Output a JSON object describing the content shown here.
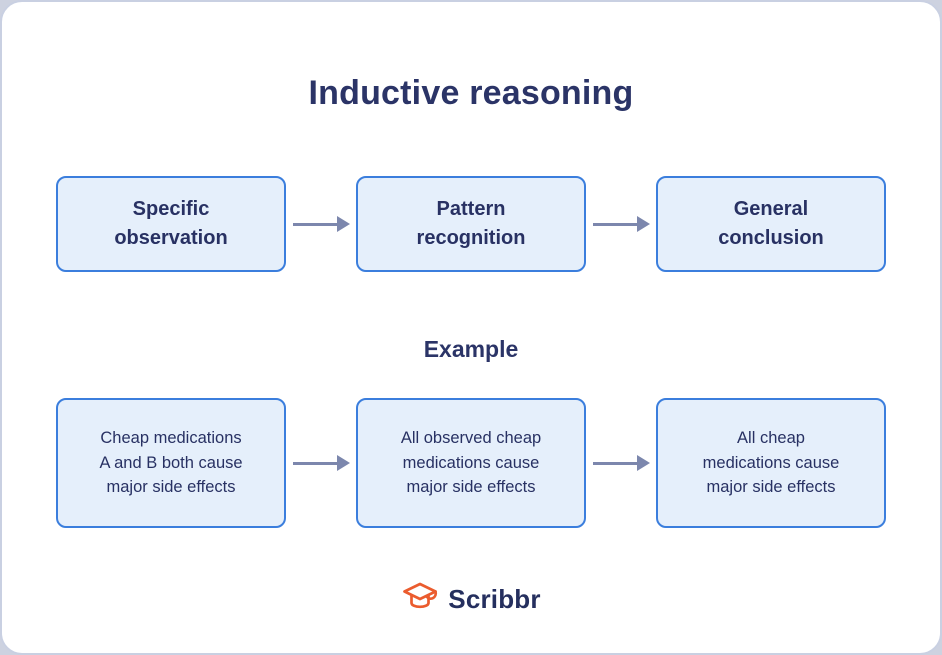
{
  "title": "Inductive reasoning",
  "section_label": "Example",
  "reasoning_flow": {
    "steps": [
      {
        "label": "Specific\nobservation"
      },
      {
        "label": "Pattern\nrecognition"
      },
      {
        "label": "General\nconclusion"
      }
    ]
  },
  "example_flow": {
    "steps": [
      {
        "label": "Cheap medications\nA and B both cause\nmajor side effects"
      },
      {
        "label": "All observed cheap\nmedications cause\nmajor side effects"
      },
      {
        "label": "All cheap\nmedications cause\nmajor side effects"
      }
    ]
  },
  "icons": {
    "connector": "arrow-right-icon",
    "logo": "graduation-cap-icon"
  },
  "logo": {
    "text": "Scribbr"
  },
  "colors": {
    "title_text": "#2b3467",
    "box_fill": "#e5effb",
    "box_border": "#3b7edd",
    "box_text": "#283163",
    "arrow": "#7c87ad",
    "logo_orange": "#eb5c2e",
    "logo_text": "#252f5e",
    "card_background": "#ffffff",
    "card_border": "#c9d0e2",
    "page_background": "#cdd2e0"
  }
}
